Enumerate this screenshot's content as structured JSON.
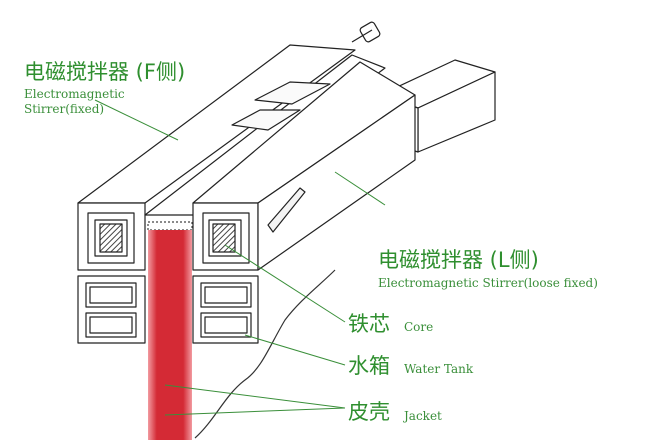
{
  "labels": {
    "f_side_zh": "电磁搅拌器 (F侧)",
    "f_side_en_line1": "Electromagnetic",
    "f_side_en_line2": "Stirrer(fixed)",
    "l_side_zh": "电磁搅拌器 (L侧)",
    "l_side_en": "Electromagnetic Stirrer(loose fixed)",
    "core_zh": "铁芯",
    "core_en": "Core",
    "tank_zh": "水箱",
    "tank_en": "Water Tank",
    "jacket_zh": "皮壳",
    "jacket_en": "Jacket"
  },
  "colors": {
    "label_green": "#2f8f2f",
    "strand_red": "#d42a35",
    "line_black": "#222222"
  }
}
